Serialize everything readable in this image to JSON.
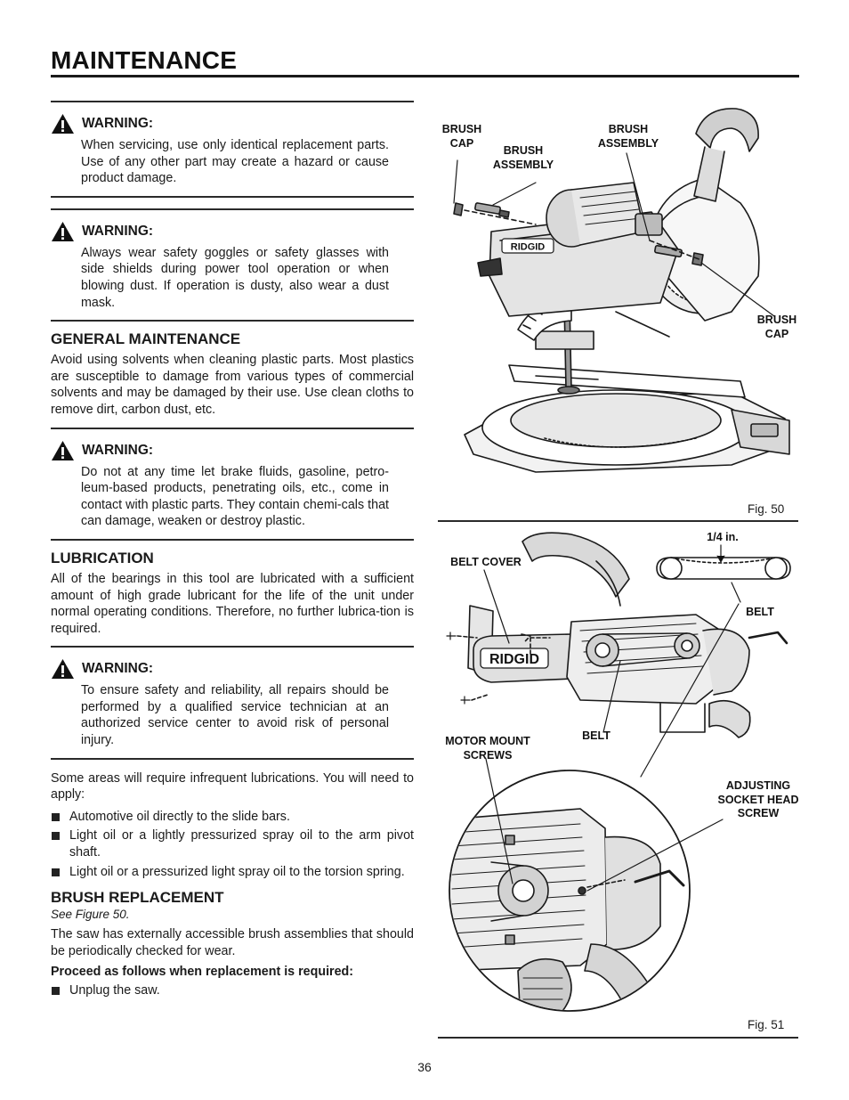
{
  "page": {
    "title": "MAINTENANCE",
    "number": "36"
  },
  "left": {
    "warning1": {
      "label": "WARNING:",
      "text": "When servicing, use only identical replacement parts. Use of any other part may create a hazard or cause product damage."
    },
    "warning2": {
      "label": "WARNING:",
      "text": "Always wear safety goggles or safety glasses with side shields during power tool operation or when blowing dust. If operation is dusty, also wear a dust mask."
    },
    "general": {
      "heading": "GENERAL MAINTENANCE",
      "text": "Avoid using solvents when cleaning plastic parts. Most plastics are susceptible to damage from various types of commercial solvents and may be damaged by their use. Use clean cloths to remove dirt, carbon dust, etc."
    },
    "warning3": {
      "label": "WARNING:",
      "text": "Do not at any time let brake fluids, gasoline, petro-leum-based products, penetrating oils, etc., come in contact with plastic parts. They contain chemi-cals that can damage, weaken or destroy plastic."
    },
    "lubrication": {
      "heading": "LUBRICATION",
      "text": "All of the bearings in this tool are lubricated with a sufficient amount of high grade lubricant for the life of the unit under normal operating conditions. Therefore, no further lubrica-tion is required."
    },
    "warning4": {
      "label": "WARNING:",
      "text": "To ensure safety and reliability, all repairs should be performed by a qualified service technician at an authorized service center to avoid risk of personal injury."
    },
    "lube_intro": "Some areas will require infrequent lubrications. You will need to apply:",
    "lube_items": [
      "Automotive oil directly to the slide bars.",
      "Light oil or a lightly pressurized spray oil to the arm pivot shaft.",
      "Light oil or a pressurized light spray oil to the torsion spring."
    ],
    "brush": {
      "heading": "BRUSH REPLACEMENT",
      "see": "See Figure 50.",
      "text": "The saw has externally accessible brush assemblies that should be periodically checked for wear.",
      "proceed": "Proceed as follows when replacement is required:",
      "steps": [
        "Unplug the saw."
      ]
    }
  },
  "fig50": {
    "caption": "Fig. 50",
    "labels": {
      "brush_cap_left": "BRUSH\nCAP",
      "brush_assembly_left": "BRUSH\nASSEMBLY",
      "brush_assembly_right": "BRUSH\nASSEMBLY",
      "brush_cap_right": "BRUSH\nCAP"
    },
    "brand": "RIDGID"
  },
  "fig51": {
    "caption": "Fig. 51",
    "labels": {
      "quarter_inch": "1/4 in.",
      "belt_cover": "BELT COVER",
      "belt_right": "BELT",
      "belt_center": "BELT",
      "motor_mount": "MOTOR MOUNT\nSCREWS",
      "adjusting": "ADJUSTING\nSOCKET HEAD\nSCREW"
    },
    "brand": "RIDGID"
  },
  "icons": {
    "warning": "warning-triangle-icon"
  }
}
